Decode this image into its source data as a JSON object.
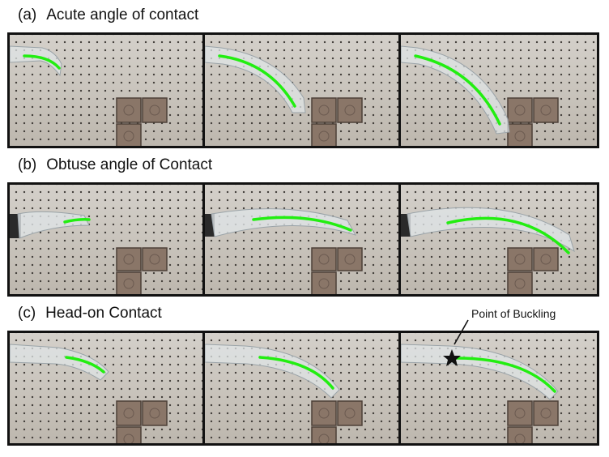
{
  "rows": [
    {
      "tag": "(a)",
      "title": "Acute angle of contact"
    },
    {
      "tag": "(b)",
      "title": "Obtuse angle of Contact"
    },
    {
      "tag": "(c)",
      "title": "Head-on Contact"
    }
  ],
  "annotation": {
    "label": "Point of Buckling"
  },
  "colors": {
    "tip_trace": "#22ee11",
    "frame": "#111111",
    "block": "#8a7668",
    "robot": "#dfe4e6"
  }
}
